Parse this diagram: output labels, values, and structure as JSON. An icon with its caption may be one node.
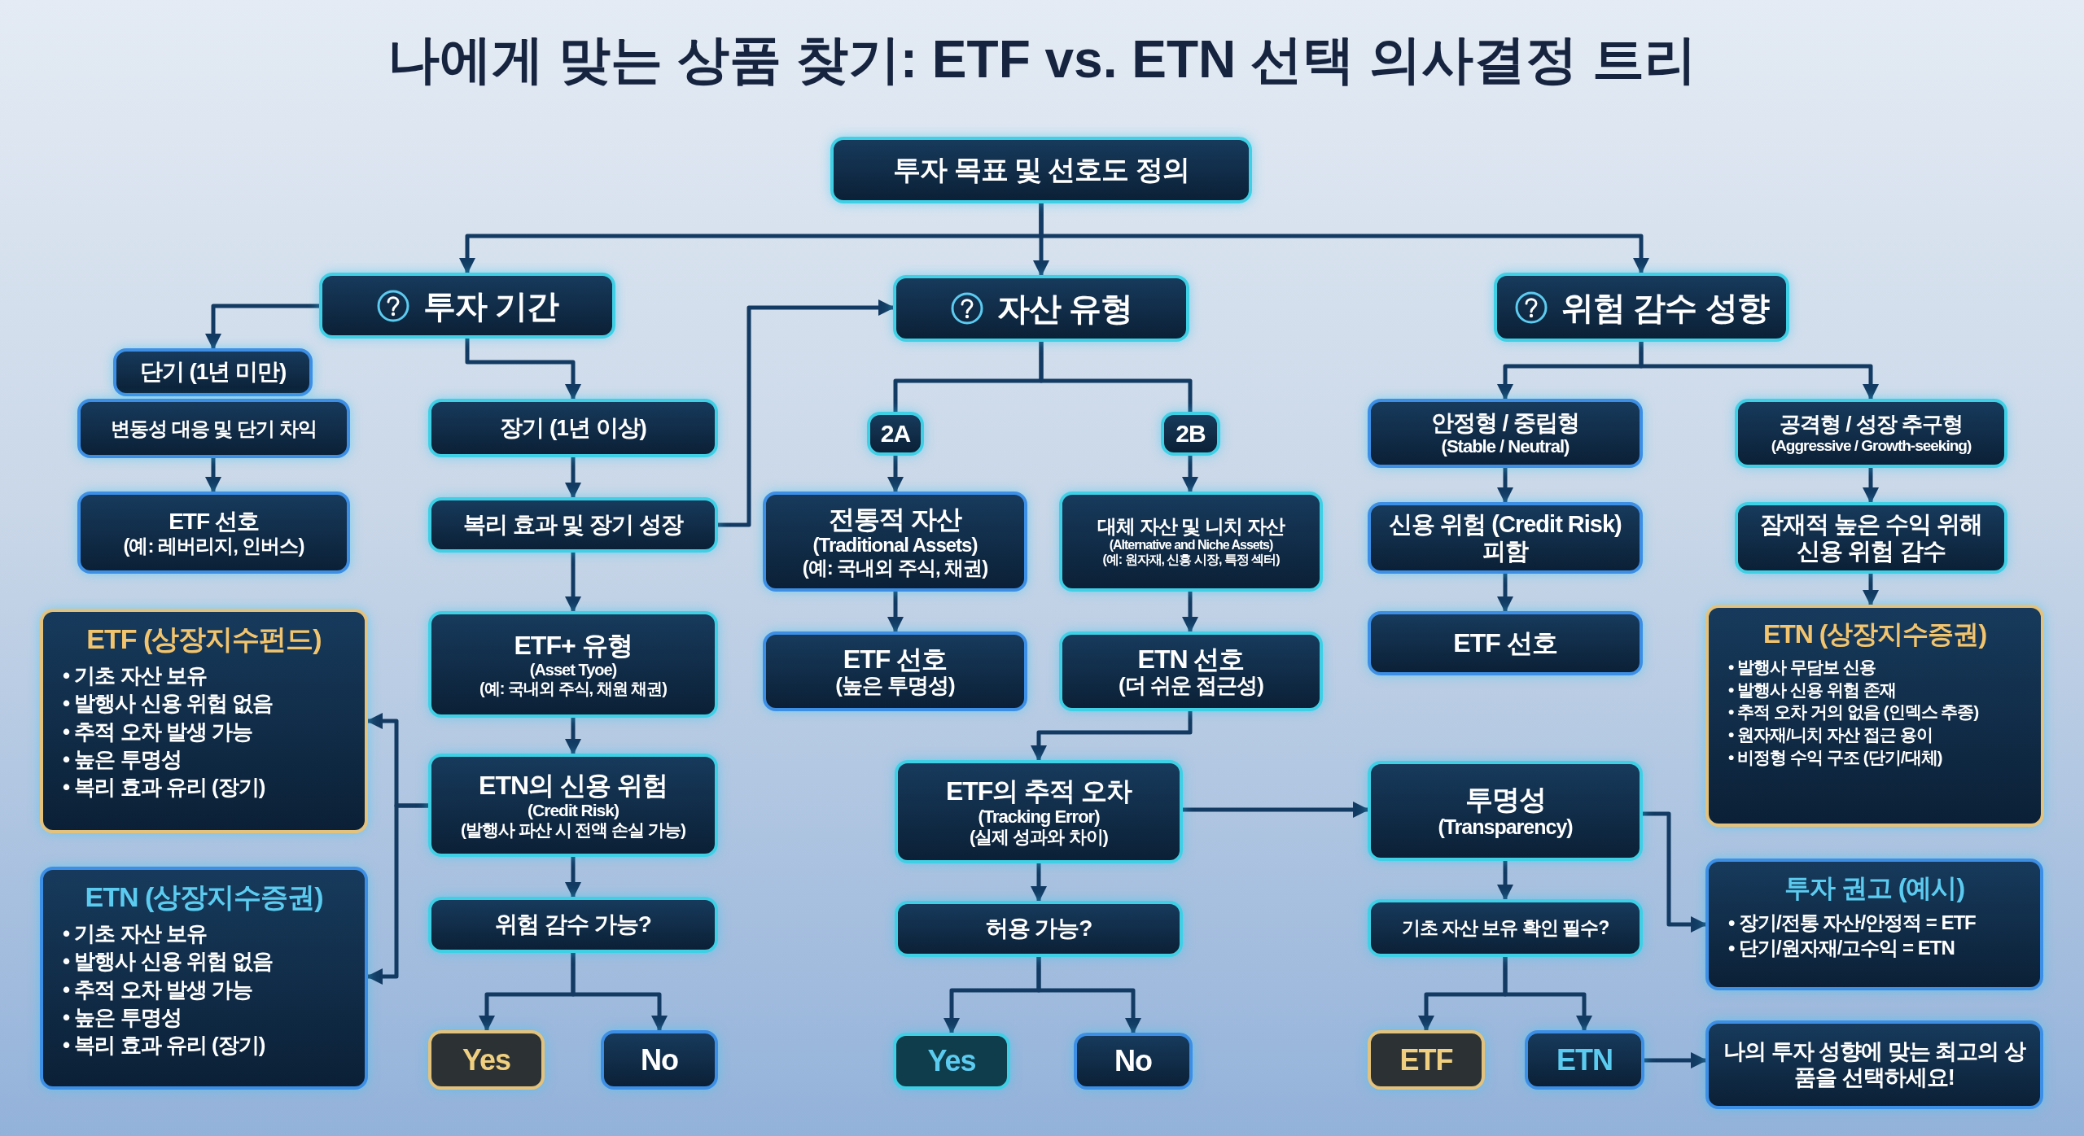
{
  "diagram": {
    "title": "나에게 맞는 상품 찾기: ETF vs. ETN 선택 의사결정 트리",
    "nodes": [
      {
        "text": [
          "투자 목표 및 선호도 정의"
        ]
      },
      {
        "text": [
          "투자 기간"
        ]
      },
      {
        "text": [
          "자산 유형"
        ]
      },
      {
        "text": [
          "위험 감수 성향"
        ]
      },
      {
        "text": [
          "단기 (1년 미만)"
        ]
      },
      {
        "text": [
          "변동성 대응 및 단기 차익"
        ]
      },
      {
        "text": [
          "ETF 선호",
          "(예: 레버리지, 인버스)"
        ]
      },
      {
        "text": [
          "장기 (1년 이상)"
        ]
      },
      {
        "text": [
          "복리 효과 및 장기 성장"
        ]
      },
      {
        "text": [
          "ETF (상장지수펀드)",
          "• 기초 자산 보유",
          "• 발행사 신용 위험 없음",
          "• 추적 오차 발생 가능",
          "• 높은 투명성",
          "• 복리 효과 유리 (장기)"
        ]
      },
      {
        "text": [
          "ETF+ 유형",
          "(Asset Tyoe)",
          "(예: 국내외 주식, 채원 채권)"
        ]
      },
      {
        "text": [
          "ETN의 신용 위험",
          "(Credit Risk)",
          "(발행사 파산 시 전액 손실 가능)"
        ]
      },
      {
        "text": [
          "ETN (상장지수증권)",
          "• 기초 자산 보유",
          "• 발행사 신용 위험 없음",
          "• 추적 오차 발생 가능",
          "• 높은 투명성",
          "• 복리 효과 유리 (장기)"
        ]
      },
      {
        "text": [
          "위험 감수 가능?"
        ]
      },
      {
        "text": [
          "Yes"
        ]
      },
      {
        "text": [
          "No"
        ]
      },
      {
        "text": [
          "2A"
        ]
      },
      {
        "text": [
          "2B"
        ]
      },
      {
        "text": [
          "전통적 자산",
          "(Traditional Assets)",
          "(예: 국내외 주식, 채권)"
        ]
      },
      {
        "text": [
          "대체 자산 및 니치 자산",
          "(Alternative and Niche Assets)",
          "(예: 원자재, 신흥 시장, 특정 섹터)"
        ]
      },
      {
        "text": [
          "ETF 선호",
          "(높은 투명성)"
        ]
      },
      {
        "text": [
          "ETN 선호",
          "(더 쉬운 접근성)"
        ]
      },
      {
        "text": [
          "ETF의 추적 오차",
          "(Tracking Error)",
          "(실제 성과와 차이)"
        ]
      },
      {
        "text": [
          "허용 가능?"
        ]
      },
      {
        "text": [
          "Yes"
        ]
      },
      {
        "text": [
          "No"
        ]
      },
      {
        "text": [
          "안정형 / 중립형",
          "(Stable / Neutral)"
        ]
      },
      {
        "text": [
          "공격형 / 성장 추구형",
          "(Aggressive / Growth-seeking)"
        ]
      },
      {
        "text": [
          "신용 위험 (Credit Risk) 피함"
        ]
      },
      {
        "text": [
          "잠재적 높은 수익 위해 신용 위험 감수"
        ]
      },
      {
        "text": [
          "ETF 선호"
        ]
      },
      {
        "text": [
          "ETN (상장지수증권)",
          "• 발행사 무담보 신용",
          "• 발행사 신용 위험 존재",
          "• 추적 오차 거의 없음 (인덱스 추종)",
          "• 원자재/니치 자산 접근 용이",
          "• 비정형 수익 구조 (단기/대체)"
        ]
      },
      {
        "text": [
          "투명성",
          "(Transparency)"
        ]
      },
      {
        "text": [
          "기초 자산 보유 확인 필수?"
        ]
      },
      {
        "text": [
          "ETF"
        ]
      },
      {
        "text": [
          "ETN"
        ]
      },
      {
        "text": [
          "투자 권고 (예시)",
          "• 장기/전통 자산/안정적 = ETF",
          "• 단기/원자재/고수익 = ETN"
        ]
      },
      {
        "text": [
          "나의 투자 성향에 맞는 최고의 상품을 선택하세요!"
        ]
      }
    ],
    "edges": [
      {
        "from": 0,
        "to": 1,
        "arrow": "to"
      },
      {
        "from": 0,
        "to": 2,
        "arrow": "to"
      },
      {
        "from": 0,
        "to": 3,
        "arrow": "to"
      },
      {
        "from": 1,
        "to": 4,
        "arrow": "to"
      },
      {
        "from": 1,
        "to": 7,
        "arrow": "to"
      },
      {
        "from": 5,
        "to": 6,
        "arrow": "to"
      },
      {
        "from": 7,
        "to": 8,
        "arrow": "to"
      },
      {
        "from": 8,
        "to": 10,
        "arrow": "to"
      },
      {
        "from": 8,
        "to": 2,
        "arrow": "to"
      },
      {
        "from": 10,
        "to": 11,
        "arrow": "to"
      },
      {
        "from": 11,
        "to": 9,
        "arrow": "to"
      },
      {
        "from": 11,
        "to": 12,
        "arrow": "to"
      },
      {
        "from": 11,
        "to": 13,
        "arrow": "to"
      },
      {
        "from": 13,
        "to": 14,
        "arrow": "to"
      },
      {
        "from": 13,
        "to": 15,
        "arrow": "to"
      },
      {
        "from": 2,
        "to": 16,
        "arrow": "none"
      },
      {
        "from": 2,
        "to": 17,
        "arrow": "none"
      },
      {
        "from": 16,
        "to": 18,
        "arrow": "to"
      },
      {
        "from": 17,
        "to": 19,
        "arrow": "to"
      },
      {
        "from": 18,
        "to": 20,
        "arrow": "to"
      },
      {
        "from": 19,
        "to": 21,
        "arrow": "to"
      },
      {
        "from": 21,
        "to": 22,
        "arrow": "to"
      },
      {
        "from": 22,
        "to": 32,
        "arrow": "to"
      },
      {
        "from": 22,
        "to": 23,
        "arrow": "to"
      },
      {
        "from": 23,
        "to": 24,
        "arrow": "to"
      },
      {
        "from": 23,
        "to": 25,
        "arrow": "to"
      },
      {
        "from": 3,
        "to": 26,
        "arrow": "to"
      },
      {
        "from": 3,
        "to": 27,
        "arrow": "to"
      },
      {
        "from": 26,
        "to": 28,
        "arrow": "to"
      },
      {
        "from": 28,
        "to": 30,
        "arrow": "to"
      },
      {
        "from": 27,
        "to": 29,
        "arrow": "to"
      },
      {
        "from": 29,
        "to": 31,
        "arrow": "to"
      },
      {
        "from": 32,
        "to": 33,
        "arrow": "to"
      },
      {
        "from": 32,
        "to": 36,
        "arrow": "to"
      },
      {
        "from": 33,
        "to": 34,
        "arrow": "to"
      },
      {
        "from": 33,
        "to": 35,
        "arrow": "to"
      },
      {
        "from": 35,
        "to": 37,
        "arrow": "to"
      }
    ]
  }
}
